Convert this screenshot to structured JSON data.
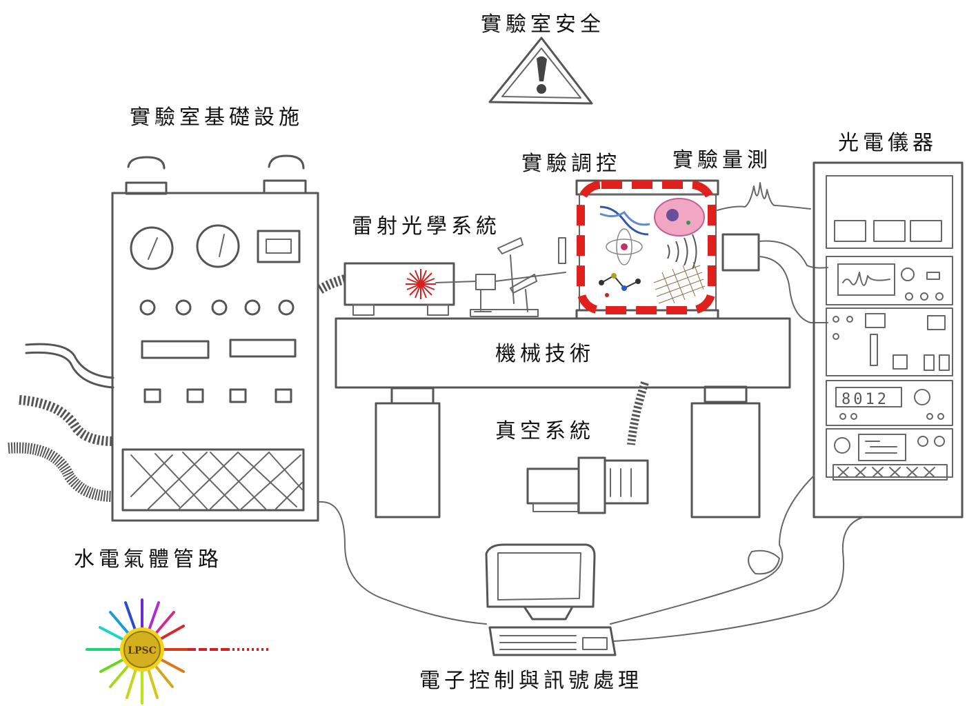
{
  "labels": {
    "lab_safety": "實驗室安全",
    "lab_infrastructure": "實驗室基礎設施",
    "laser_optics": "雷射光學系統",
    "experiment_control": "實驗調控",
    "experiment_measurement": "實驗量測",
    "optoelectronic_instruments": "光電儀器",
    "mechanical_tech": "機械技術",
    "vacuum_system": "真空系統",
    "utilities_piping": "水電氣體管路",
    "electronics_signal": "電子控制與訊號處理"
  },
  "instrument_display": "8012",
  "logo": {
    "text": "LPSC"
  },
  "colors": {
    "highlight_box": "#e0201c",
    "laser": "#e0201c",
    "sketch": "#555555"
  }
}
